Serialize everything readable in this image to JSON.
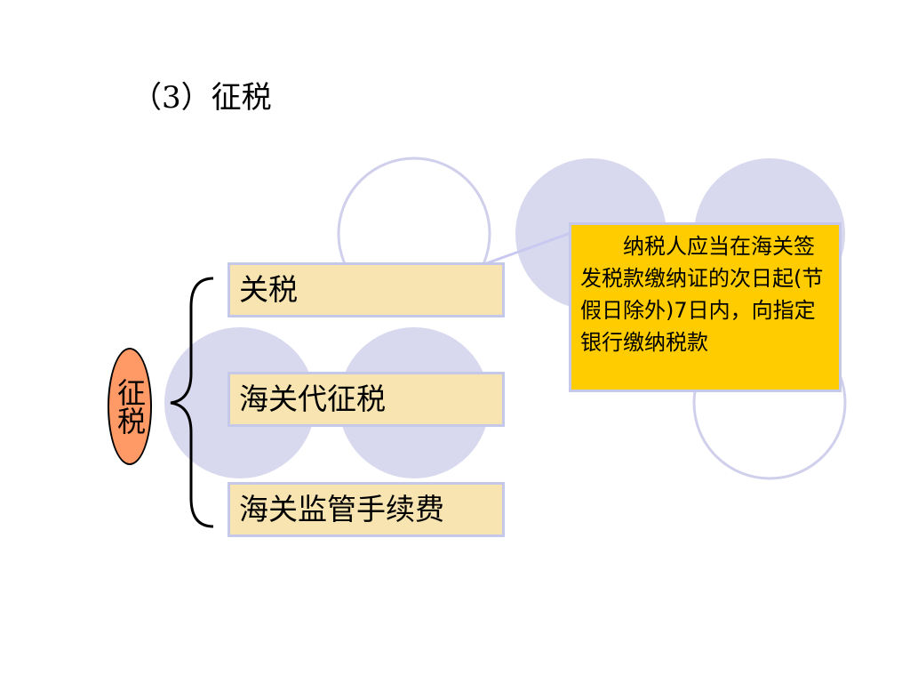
{
  "title": "（3）征税",
  "root_label": "征税",
  "items": [
    {
      "label": "关税"
    },
    {
      "label": "海关代征税"
    },
    {
      "label": "海关监管手续费"
    }
  ],
  "note": "纳税人应当在海关签发税款缴纳证的次日起(节假日除外)7日内，向指定银行缴纳税款",
  "colors": {
    "root_fill": "#ff9966",
    "box_fill": "#f7e4b0",
    "box_border": "#c5c8e8",
    "note_fill": "#ffcc00",
    "circle_fill": "#d8d8ee",
    "circle_stroke": "#c8c8e8"
  }
}
